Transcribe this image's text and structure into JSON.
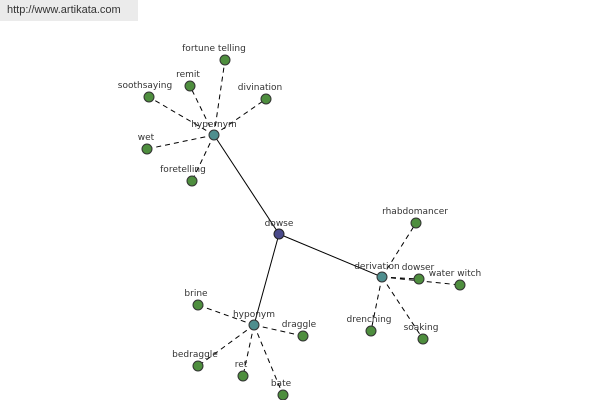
{
  "site_url": "http://www.artikata.com",
  "colors": {
    "root_node": "#4a4a8a",
    "relation_node": "#4e8e8e",
    "leaf_node": "#4e8e3e"
  },
  "root": {
    "word": "dowse"
  },
  "relations": [
    {
      "label": "hypernym",
      "leaves": [
        "fortune telling",
        "remit",
        "soothsaying",
        "divination",
        "wet",
        "foretelling"
      ]
    },
    {
      "label": "derivation",
      "leaves": [
        "rhabdomancer",
        "dowser",
        "water witch",
        "drenching",
        "soaking"
      ]
    },
    {
      "label": "hyponym",
      "leaves": [
        "brine",
        "draggle",
        "bedraggle",
        "ret",
        "bate"
      ]
    }
  ]
}
